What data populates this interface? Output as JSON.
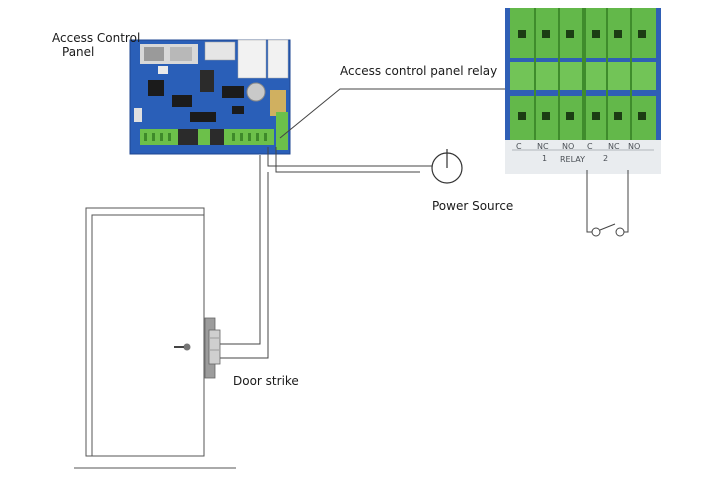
{
  "labels": {
    "panel_line1": "Access Control",
    "panel_line2": "Panel",
    "relay": "Access control panel relay",
    "power": "Power Source",
    "strike": "Door strike"
  },
  "relay_terminal_labels": [
    "C",
    "NC",
    "NO",
    "C",
    "NC",
    "NO"
  ],
  "relay_word": "RELAY",
  "relay_numbers": [
    "1",
    "2"
  ],
  "colors": {
    "board_blue": "#2a5fb8",
    "terminal_green": "#6cc04a",
    "wire": "#444444",
    "door_outline": "#555555"
  }
}
